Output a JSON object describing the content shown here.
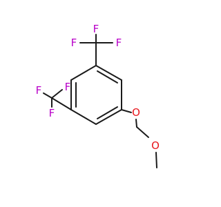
{
  "molecule": {
    "colors": {
      "bond": "#1a1a1a",
      "F": "#b800c8",
      "O": "#e8161c"
    },
    "atoms": [
      {
        "id": "F1",
        "symbol": "F"
      },
      {
        "id": "F2",
        "symbol": "F"
      },
      {
        "id": "F3",
        "symbol": "F"
      },
      {
        "id": "F4",
        "symbol": "F"
      },
      {
        "id": "F5",
        "symbol": "F"
      },
      {
        "id": "F6",
        "symbol": "F"
      },
      {
        "id": "O1",
        "symbol": "O"
      },
      {
        "id": "O2",
        "symbol": "O"
      }
    ]
  }
}
